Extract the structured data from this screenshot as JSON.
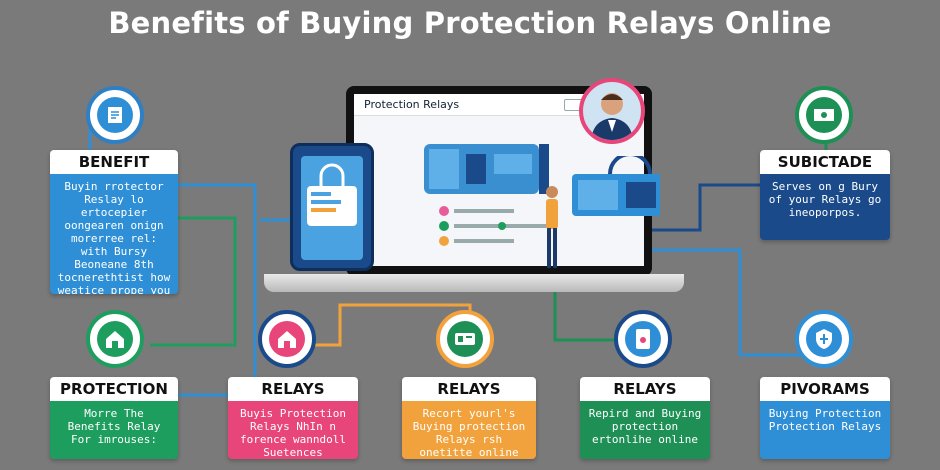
{
  "title": "Benefits of Buying Protection Relays Online",
  "laptop": {
    "screen_title": "Protection Relays"
  },
  "cards": {
    "benefit": {
      "heading": "BENEFIT",
      "body": "Buyin rrotector Reslay lo ertocepier oongearen onign morerree rel: with Bursy Beoneane 8th tocnerethtist how weatice prope you reer",
      "color": "#2f8fd6"
    },
    "subictade": {
      "heading": "SUBICTADE",
      "body": "Serves on g Bury of your Relays go ineoporpos.",
      "color": "#1a4a8a"
    },
    "protection": {
      "heading": "PROTECTION",
      "body": "Morre The Benefits Relay For imrouses:",
      "color": "#1e9e5e"
    },
    "relays_pink": {
      "heading": "RELAYS",
      "body": "Buyis Protection Relays NhIn n forence wanndoll Suetences",
      "color": "#e8457a"
    },
    "relays_orange": {
      "heading": "RELAYS",
      "body": "Recort yourl's Buying protection Relays rsh onetitte online",
      "color": "#f2a23c"
    },
    "relays_green": {
      "heading": "RELAYS",
      "body": "Repird and Buying protection ertonlihe online",
      "color": "#1e8f55"
    },
    "pivorams": {
      "heading": "PIVORAMS",
      "body": "Buying Protection Protection Relays",
      "color": "#2f8fd6"
    }
  },
  "icons": {
    "top_left": "document-icon",
    "top_right": "money-icon",
    "protection": "house-icon",
    "relays_pink": "home-icon",
    "relays_orange": "relay-device-icon",
    "relays_green": "tablet-icon",
    "pivorams": "shield-icon"
  }
}
